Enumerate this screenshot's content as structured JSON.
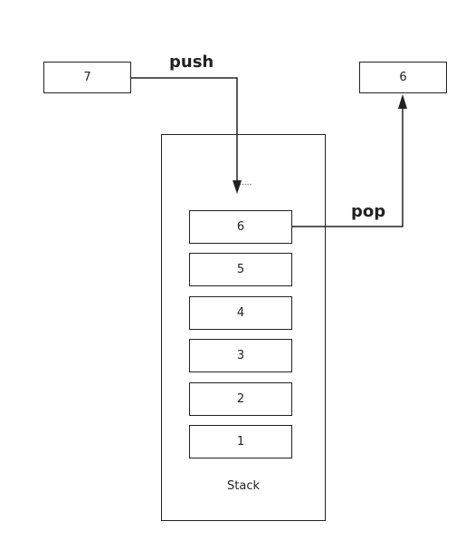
{
  "incoming": {
    "value": "7"
  },
  "outgoing": {
    "value": "6"
  },
  "push_label": "push",
  "pop_label": "pop",
  "stack": {
    "label": "Stack",
    "ellipsis": ".....",
    "items": [
      "6",
      "5",
      "4",
      "3",
      "2",
      "1"
    ]
  },
  "colors": {
    "stroke": "#222222",
    "background": "#ffffff"
  }
}
